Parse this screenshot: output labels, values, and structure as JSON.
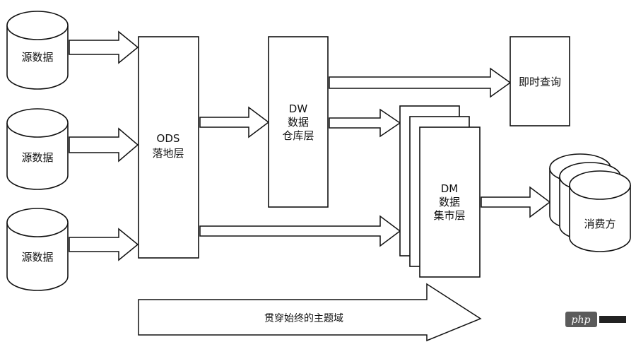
{
  "source": {
    "label": "源数据"
  },
  "ods": {
    "line1": "ODS",
    "line2": "落地层"
  },
  "dw": {
    "line1": "DW",
    "line2": "数据",
    "line3": "仓库层"
  },
  "dm": {
    "line1": "DM",
    "line2": "数据",
    "line3": "集市层"
  },
  "query": {
    "label": "即时查询"
  },
  "consumer": {
    "label": "消费方"
  },
  "theme_domain": {
    "label": "贯穿始终的主题域"
  },
  "watermark": {
    "text": "php"
  }
}
